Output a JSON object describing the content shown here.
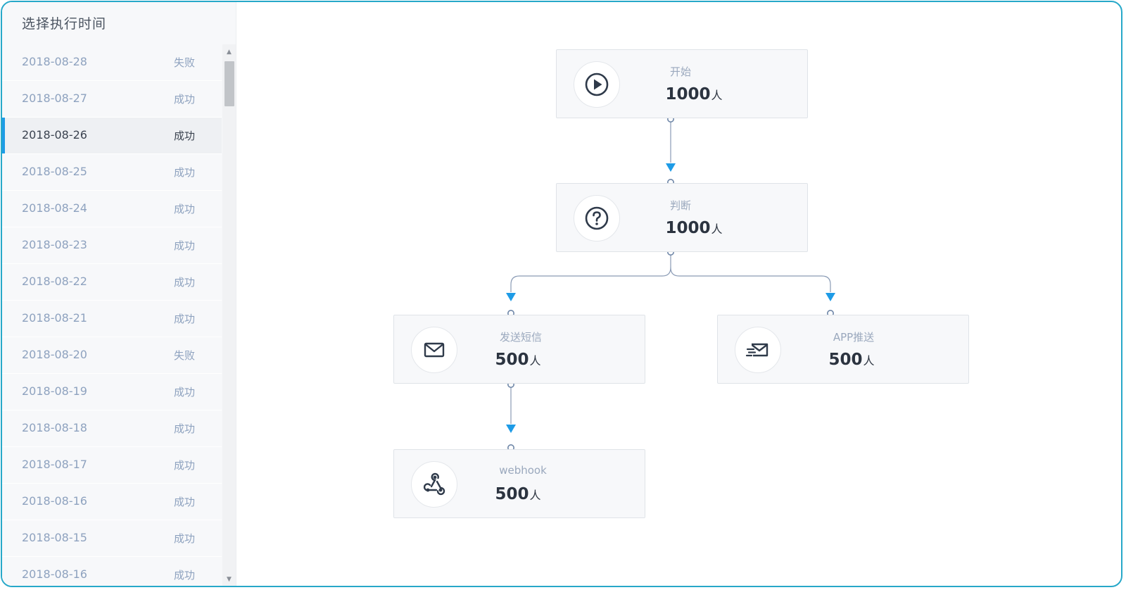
{
  "sidebar": {
    "title": "选择执行时间",
    "items": [
      {
        "date": "2018-08-28",
        "status": "失败"
      },
      {
        "date": "2018-08-27",
        "status": "成功"
      },
      {
        "date": "2018-08-26",
        "status": "成功",
        "selected": true
      },
      {
        "date": "2018-08-25",
        "status": "成功"
      },
      {
        "date": "2018-08-24",
        "status": "成功"
      },
      {
        "date": "2018-08-23",
        "status": "成功"
      },
      {
        "date": "2018-08-22",
        "status": "成功"
      },
      {
        "date": "2018-08-21",
        "status": "成功"
      },
      {
        "date": "2018-08-20",
        "status": "失败"
      },
      {
        "date": "2018-08-19",
        "status": "成功"
      },
      {
        "date": "2018-08-18",
        "status": "成功"
      },
      {
        "date": "2018-08-17",
        "status": "成功"
      },
      {
        "date": "2018-08-16",
        "status": "成功"
      },
      {
        "date": "2018-08-15",
        "status": "成功"
      },
      {
        "date": "2018-08-16",
        "status": "成功"
      }
    ]
  },
  "flow": {
    "unit": "人",
    "nodes": [
      {
        "id": "start",
        "label": "开始",
        "count": "1000",
        "icon": "play-icon"
      },
      {
        "id": "judge",
        "label": "判断",
        "count": "1000",
        "icon": "question-icon"
      },
      {
        "id": "sms",
        "label": "发送短信",
        "count": "500",
        "icon": "envelope-icon"
      },
      {
        "id": "push",
        "label": "APP推送",
        "count": "500",
        "icon": "send-mail-icon"
      },
      {
        "id": "webhook",
        "label": "webhook",
        "count": "500",
        "icon": "webhook-icon"
      }
    ]
  },
  "colors": {
    "accent": "#1e9be6",
    "frame": "#27a8c9",
    "connector": "#8a9bb5"
  }
}
